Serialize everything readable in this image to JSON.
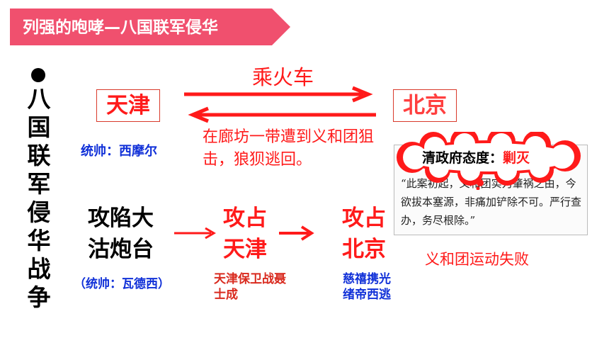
{
  "title": "列强的咆哮—八国联军侵华",
  "side_title": "八国联军侵华战争",
  "route_top": {
    "from": "天津",
    "to": "北京",
    "transport": "乘火车",
    "result": "在廊坊一带遭到义和团狙击，狼狈逃回。",
    "commander": "统帅：西摩尔"
  },
  "qing_attitude": {
    "label": "清政府态度：",
    "value": "剿灭",
    "quote": "“此案初起，义和团实为肇祸之由，今欲拔本塞源，非痛加铲除不可。严行查办，务尽根除。”",
    "conclusion": "义和团运动失败"
  },
  "route_bottom": {
    "step1": "攻陷大沽炮台",
    "step1_commander": "（统帅：瓦德西）",
    "step2": "攻占天津",
    "step2_note": "天津保卫战聂士成",
    "step3": "攻占北京",
    "step3_note": "慈禧携光绪帝西逃"
  },
  "colors": {
    "banner": "#f0506e",
    "red": "#ff1a1a",
    "blue": "#1030d8",
    "cloud": "#ff1a1a"
  }
}
